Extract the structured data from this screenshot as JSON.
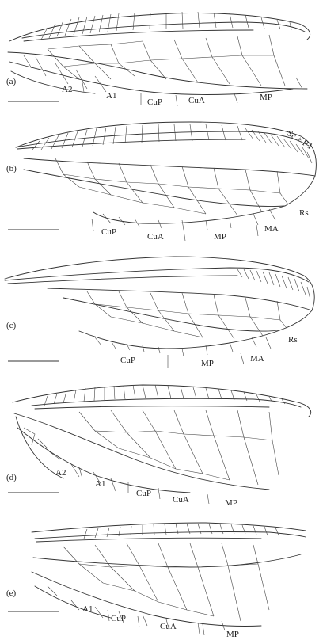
{
  "panels": [
    {
      "letter": "(a)",
      "labels": [
        "A2",
        "A1",
        "CuP",
        "CuA",
        "MP"
      ]
    },
    {
      "letter": "(b)",
      "labels": [
        "Sc + R1",
        "Rs",
        "CuP",
        "CuA",
        "MP",
        "MA"
      ]
    },
    {
      "letter": "(c)",
      "labels": [
        "Rs",
        "CuP",
        "MP",
        "MA"
      ]
    },
    {
      "letter": "(d)",
      "labels": [
        "A2",
        "A1",
        "CuP",
        "CuA",
        "MP"
      ]
    },
    {
      "letter": "(e)",
      "labels": [
        "A1",
        "CuP",
        "CuA",
        "MP"
      ]
    }
  ]
}
